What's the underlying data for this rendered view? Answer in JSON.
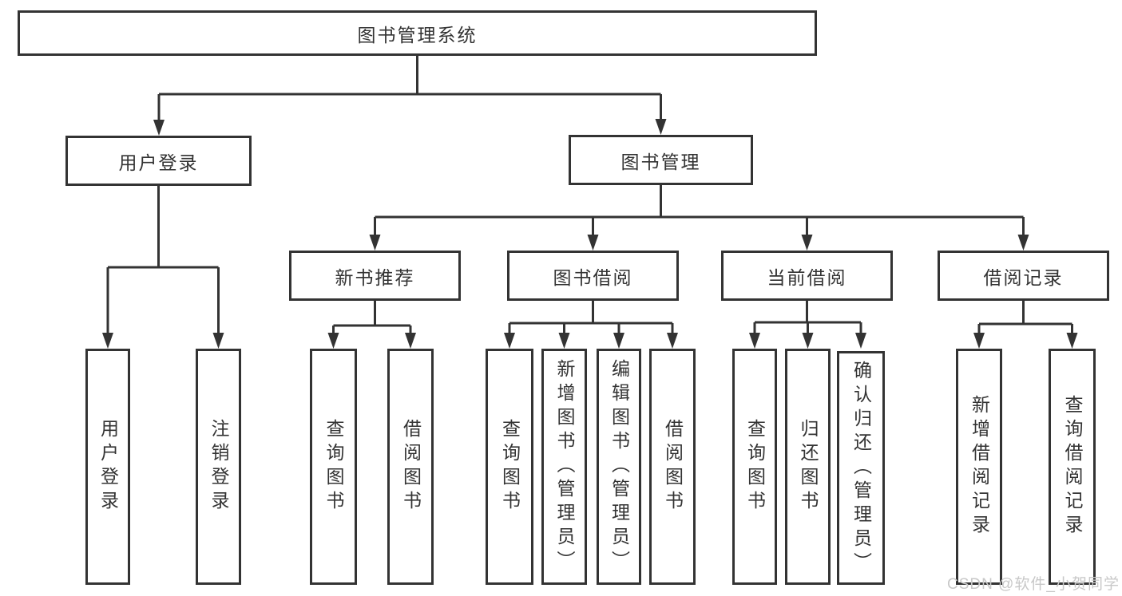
{
  "diagram": {
    "tree": {
      "label": "图书管理系统",
      "children": [
        {
          "label": "用户登录",
          "children": [
            {
              "label": "用户登录"
            },
            {
              "label": "注销登录"
            }
          ]
        },
        {
          "label": "图书管理",
          "children": [
            {
              "label": "新书推荐",
              "children": [
                {
                  "label": "查询图书"
                },
                {
                  "label": "借阅图书"
                }
              ]
            },
            {
              "label": "图书借阅",
              "children": [
                {
                  "label": "查询图书"
                },
                {
                  "label": "新增图书（管理员）"
                },
                {
                  "label": "编辑图书（管理员）"
                },
                {
                  "label": "借阅图书"
                }
              ]
            },
            {
              "label": "当前借阅",
              "children": [
                {
                  "label": "查询图书"
                },
                {
                  "label": "归还图书"
                },
                {
                  "label": "确认归还（管理员）"
                }
              ]
            },
            {
              "label": "借阅记录",
              "children": [
                {
                  "label": "新增借阅记录"
                },
                {
                  "label": "查询借阅记录"
                }
              ]
            }
          ]
        }
      ]
    }
  },
  "watermark": {
    "text": "CSDN @软件_小贺同学"
  },
  "colors": {
    "line": "#333333",
    "box_border": "#333333",
    "text": "#333333",
    "watermark": "#c8c8c8",
    "background": "#ffffff"
  }
}
